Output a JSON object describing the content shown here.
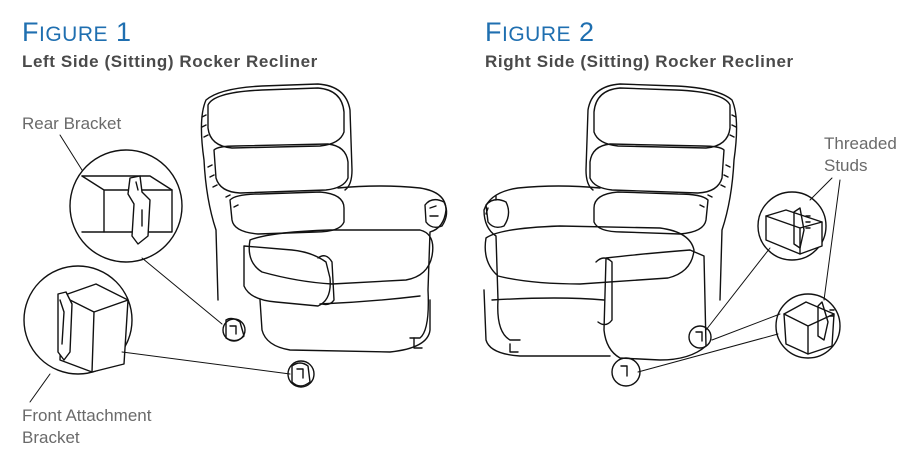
{
  "figure1": {
    "title_initial": "F",
    "title_rest": "IGURE",
    "title_number": "1",
    "subtitle": "Left Side (Sitting) Rocker Recliner",
    "callouts": {
      "rear_bracket": "Rear Bracket",
      "front_bracket_line1": "Front Attachment",
      "front_bracket_line2": "Bracket"
    }
  },
  "figure2": {
    "title_initial": "F",
    "title_rest": "IGURE",
    "title_number": "2",
    "subtitle": "Right Side (Sitting) Rocker Recliner",
    "callouts": {
      "studs_line1": "Threaded",
      "studs_line2": "Studs"
    }
  },
  "colors": {
    "title": "#1f6fb0",
    "subtitle": "#4a4a4a",
    "callout": "#6a6a6a",
    "line_art": "#111111"
  }
}
